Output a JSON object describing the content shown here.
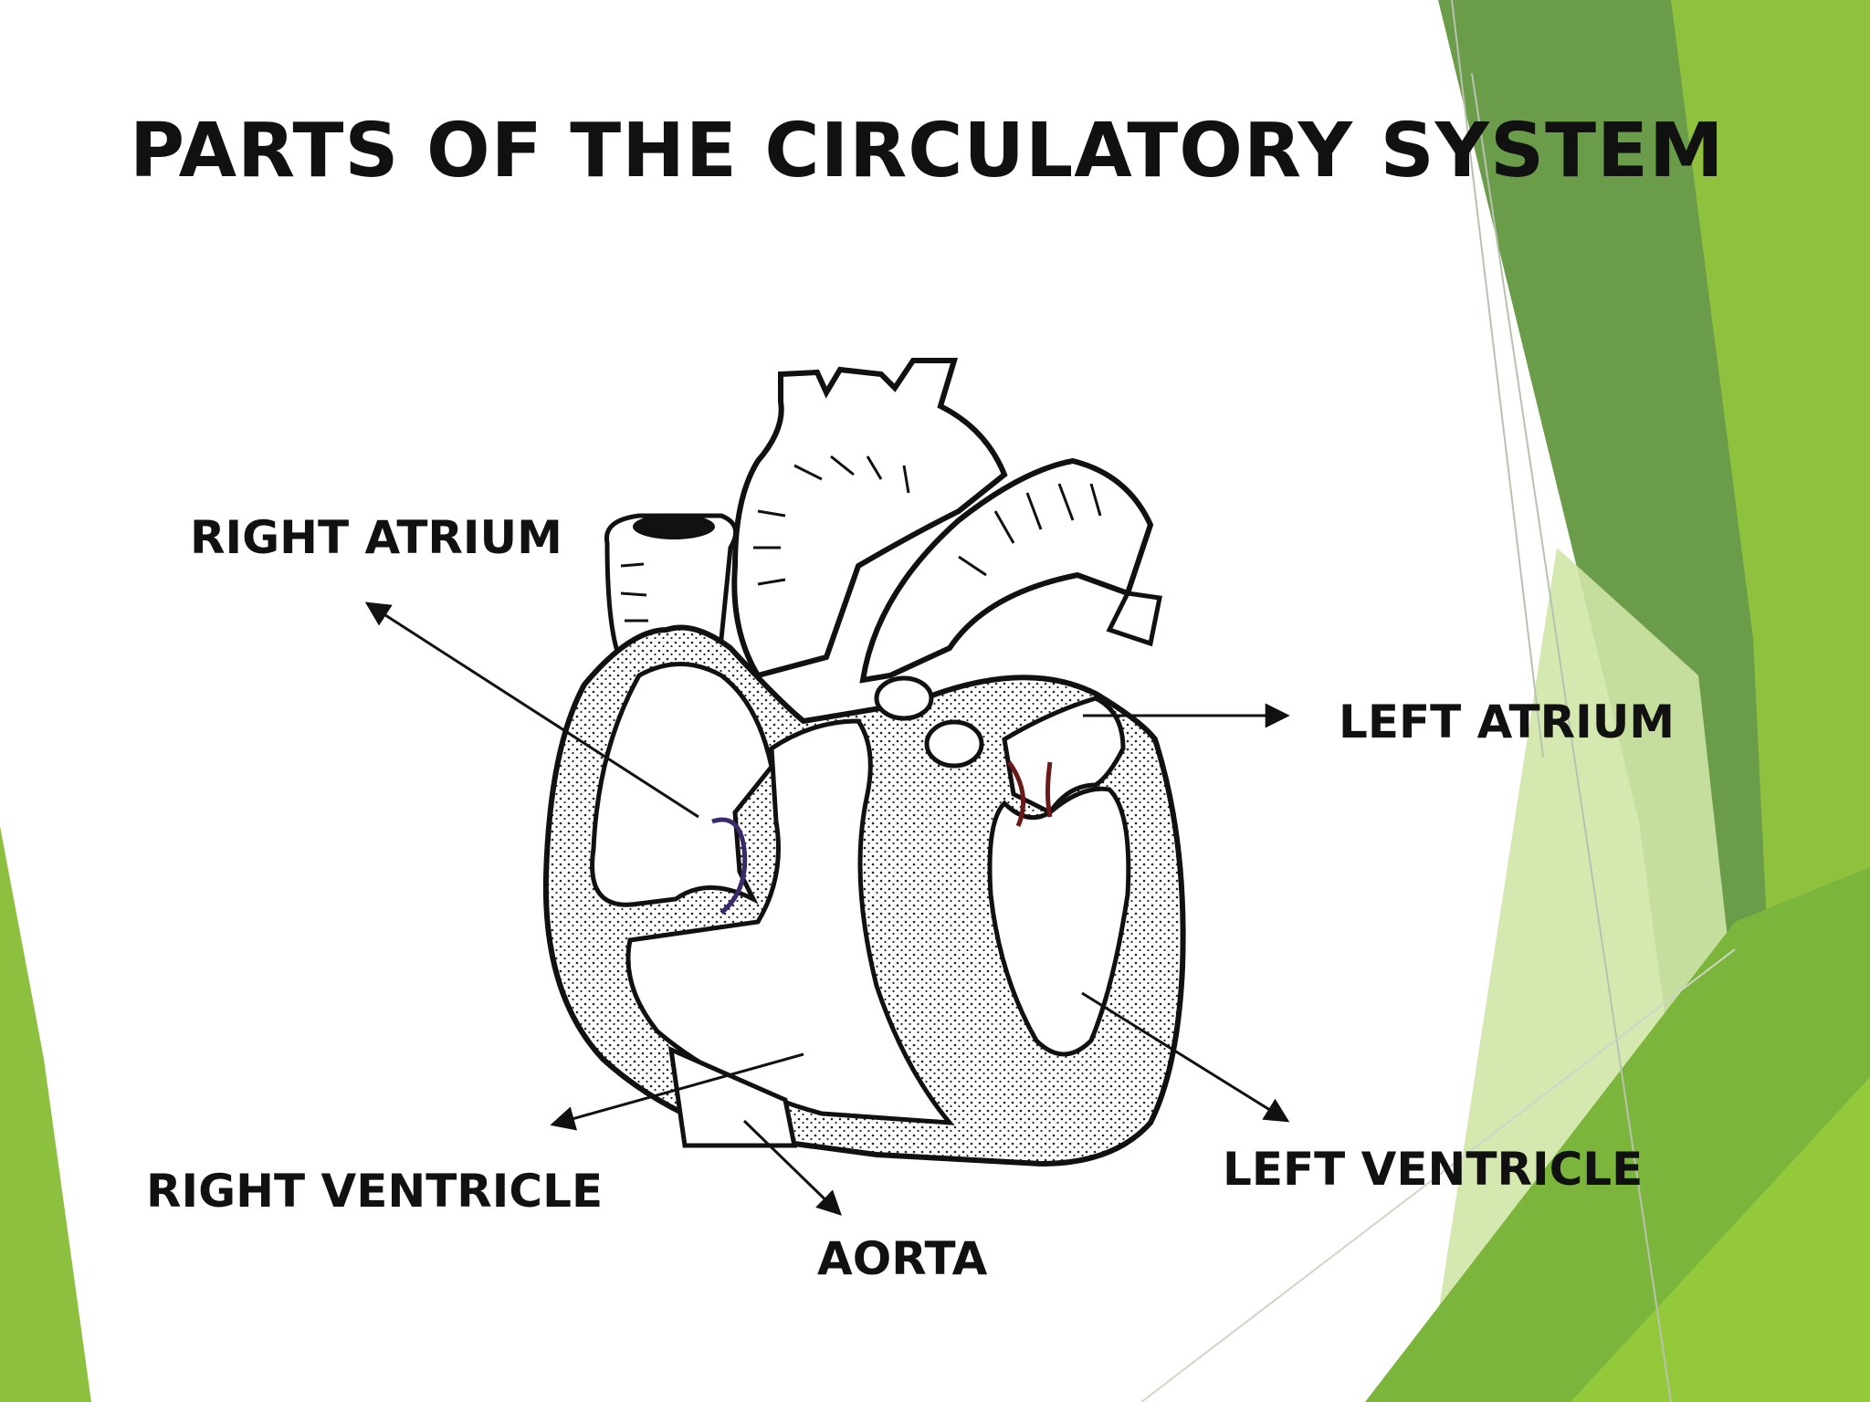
{
  "slide": {
    "title": "PARTS OF THE CIRCULATORY SYSTEM",
    "theme_colors": {
      "dark_green": "#5f9444",
      "mid_green": "#77b13a",
      "light_green": "#9acb47",
      "pale_green": "#cfe5a6",
      "text": "#111111"
    }
  },
  "diagram": {
    "labels": {
      "right_atrium": "RIGHT ATRIUM",
      "left_atrium": "LEFT ATRIUM",
      "right_ventricle": "RIGHT VENTRICLE",
      "left_ventricle": "LEFT VENTRICLE",
      "aorta": "AORTA"
    }
  }
}
